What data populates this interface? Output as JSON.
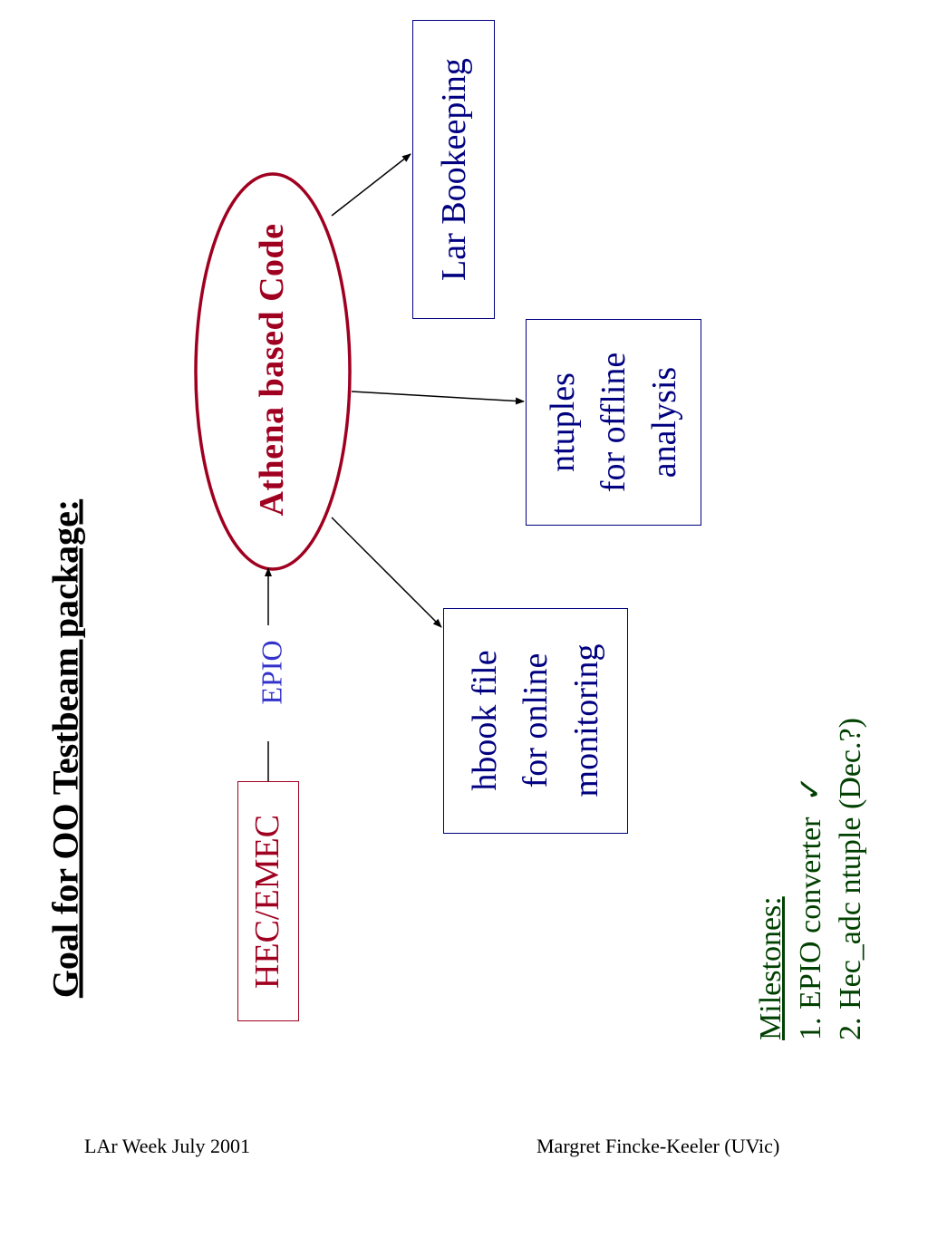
{
  "slide": {
    "heading": "Goal for OO Testbeam package:",
    "center_label": "Athena based Code",
    "source_label": "HEC/EMEC",
    "connector_label": "EPIO",
    "outputs": {
      "bookkeeping": "Lar Bookeeping",
      "ntuples": [
        "ntuples",
        "for offline",
        "analysis"
      ],
      "hbook": [
        "hbook file",
        "for online",
        "monitoring"
      ]
    },
    "milestones": {
      "title": "Milestones:",
      "item1": "1. EPIO converter",
      "item1_check": "✓",
      "item2": "2. Hec_adc ntuple  (Dec.?)"
    },
    "footer": {
      "left": "LAr Week  July 2001",
      "right": "Margret Fincke-Keeler   (UVic)"
    },
    "colors": {
      "heading": "#000000",
      "accent_red": "#a00020",
      "navy": "#000080",
      "epio_blue": "#3333cc",
      "milestone_green": "#004000"
    }
  }
}
